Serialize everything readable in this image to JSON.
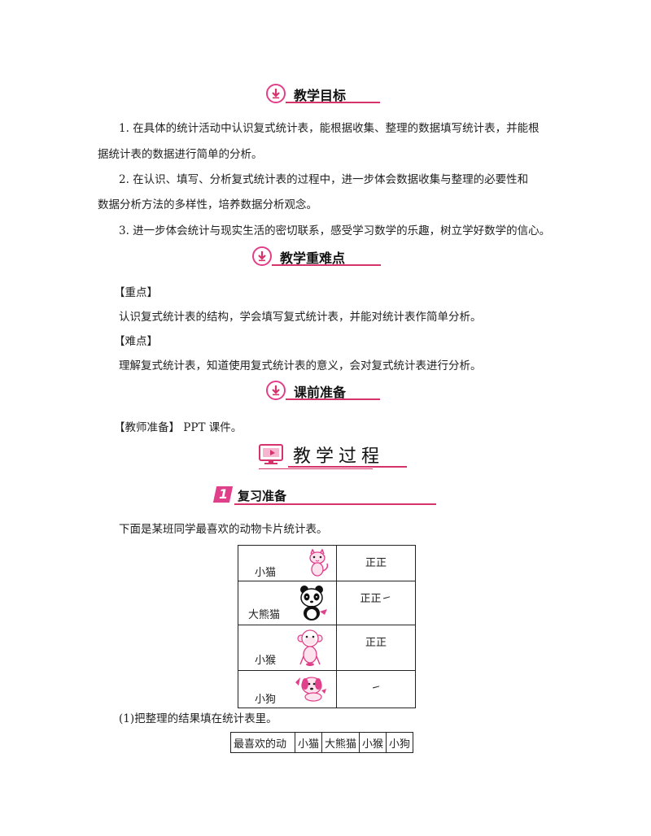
{
  "sections": {
    "goals": {
      "title": "教学目标"
    },
    "keypoints": {
      "title": "教学重难点"
    },
    "prep": {
      "title": "课前准备"
    },
    "process": {
      "title": "教学过程"
    }
  },
  "goals": {
    "p1_line1": "1. 在具体的统计活动中认识复式统计表，能根据收集、整理的数据填写统计表，并能根",
    "p1_line2": "据统计表的数据进行简单的分析。",
    "p2_line1": "2. 在认识、填写、分析复式统计表的过程中，进一步体会数据收集与整理的必要性和",
    "p2_line2": "数据分析方法的多样性，培养数据分析观念。",
    "p3": "3. 进一步体会统计与现实生活的密切联系，感受学习数学的乐趣，树立学好数学的信心。"
  },
  "keypoints": {
    "key_label": "【重点】",
    "key_text": "认识复式统计表的结构，学会填写复式统计表，并能对统计表作简单分析。",
    "diff_label": "【难点】",
    "diff_text": "理解复式统计表，知道使用复式统计表的意义，会对复式统计表进行分析。"
  },
  "prep": {
    "line": "【教师准备】   PPT 课件。"
  },
  "review": {
    "number": "1",
    "title": "复习准备",
    "intro": "下面是某班同学最喜欢的动物卡片统计表。",
    "question1": "(1)把整理的结果填在统计表里。"
  },
  "animal_table": [
    {
      "name": "小猫",
      "tally": "正正",
      "icon": "cat-icon"
    },
    {
      "name": "大熊猫",
      "tally": "正正㇀",
      "icon": "panda-icon"
    },
    {
      "name": "小猴",
      "tally": "正正",
      "icon": "monkey-icon"
    },
    {
      "name": "小狗",
      "tally": "㇀",
      "icon": "dog-icon"
    }
  ],
  "fill_table": {
    "header": [
      "最喜欢的动",
      "小猫",
      "大熊猫",
      "小猴",
      "小狗"
    ]
  },
  "colors": {
    "accent": "#d6336c",
    "pink": "#e0408a",
    "light_pink": "#f7b6cf"
  }
}
